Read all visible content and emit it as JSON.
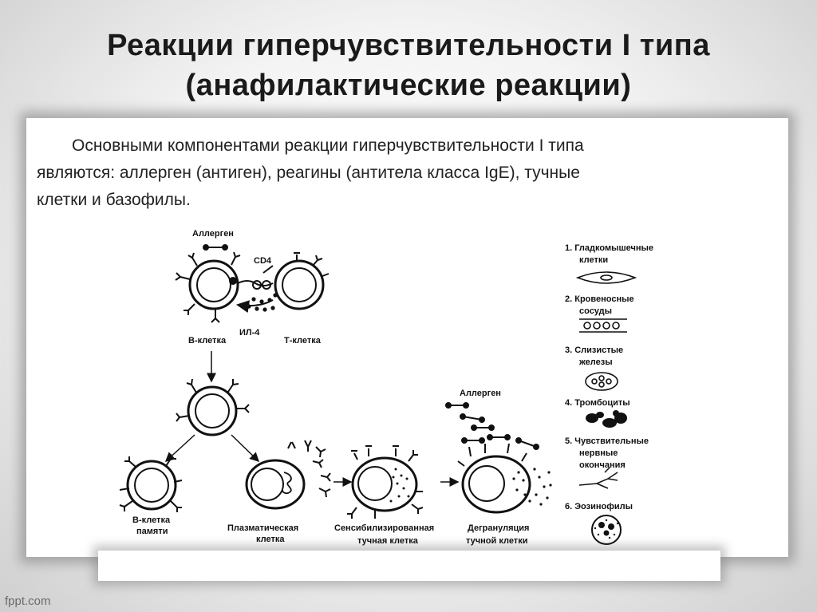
{
  "title": {
    "line1": "Реакции гиперчувствительности I типа",
    "line2": "(анафилактические реакции)"
  },
  "intro": {
    "line1": "Основными компонентами реакции гиперчувствительности I типа",
    "line2": "являются: аллерген (антиген), реагины (антитела класса IgE), тучные",
    "line3": "клетки и базофилы."
  },
  "diagram": {
    "allergen_top": "Аллерген",
    "cd4": "CD4",
    "il4": "ИЛ-4",
    "b_cell": "В-клетка",
    "t_cell": "Т-клетка",
    "memory_cell_1": "В-клетка",
    "memory_cell_2": "памяти",
    "plasma_cell_1": "Плазматическая",
    "plasma_cell_2": "клетка",
    "sensitized_1": "Сенсибилизированная",
    "sensitized_2": "тучная клетка",
    "degranulation_1": "Дегрануляция",
    "degranulation_2": "тучной клетки",
    "allergen_right": "Аллерген"
  },
  "targets": [
    {
      "l1": "1. Гладкомышечные",
      "l2": "клетки",
      "l3": ""
    },
    {
      "l1": "2. Кровеносные",
      "l2": "сосуды",
      "l3": ""
    },
    {
      "l1": "3. Слизистые",
      "l2": "железы",
      "l3": ""
    },
    {
      "l1": "4. Тромбоциты",
      "l2": "",
      "l3": ""
    },
    {
      "l1": "5. Чувствительные",
      "l2": "нервные",
      "l3": "окончания"
    },
    {
      "l1": "6. Эозинофилы",
      "l2": "",
      "l3": ""
    }
  ],
  "footer": "fppt.com"
}
